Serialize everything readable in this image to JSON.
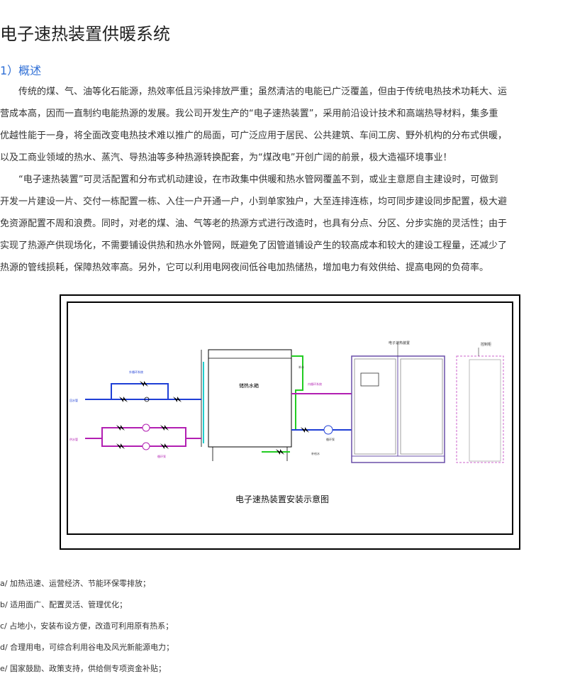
{
  "title": "电子速热装置供暖系统",
  "section": "1）概述",
  "paragraphs": [
    [
      "　　传统的煤、气、油等化石能源，热效率低且污染排放严重；虽然清洁的电能已广泛覆盖，但由于传统电热技术功耗大、运",
      "营成本高，因而一直制约电能热源的发展。我公司开发生产的“电子速热装置”，采用前沿设计技术和高端热导材料，集多重",
      "优越性能于一身，将全面改变电热技术难以推广的局面，可广泛应用于居民、公共建筑、车间工房、野外机构的分布式供暖，",
      "以及工商业领域的热水、蒸汽、导热油等多种热源转换配套，为“煤改电”开创广阔的前景，极大造福环境事业！"
    ],
    [
      "　　“电子速热装置”可灵活配置和分布式机动建设，在市政集中供暖和热水管网覆盖不到，或业主意愿自主建设时，可做到",
      "开发一片建设一片、交付一栋配置一栋、入住一户开通一户，小到单家独户，大至连排连栋，均可同步建设同步配置，极大避",
      "免资源配置不周和浪费。同时，对老的煤、油、气等老的热源方式进行改造时，也具有分点、分区、分步实施的灵活性；由于",
      "实现了热源产供现场化，不需要铺设供热和热水外管网，既避免了因管道铺设产生的较高成本和较大的建设工程量，还减少了",
      "热源的管线损耗，保障热效率高。另外，它可以利用电网夜间低谷电加热储热，增加电力有效供给、提高电网的负荷率。"
    ]
  ],
  "diagram": {
    "caption": "电子速热装置安装示意图",
    "labels": {
      "tank": "储热水箱",
      "device": "电子速热装置",
      "cabinet": "控制柜",
      "return_pipe": "回水管",
      "supply_pipe": "供水管",
      "outdoor_loop": "外循环系统",
      "inner_loop": "内循环系统",
      "circulation": "循环泵",
      "makeup": "补水",
      "fill": "补给水",
      "pump2": "循环泵"
    }
  },
  "features": [
    "a/ 加热迅速、运营经济、节能环保零排放；",
    "b/ 适用面广、配置灵活、管理优化；",
    "c/ 占地小，安装布设方便，改造可利用原有热系；",
    "d/ 合理用电，可综合利用谷电及风光新能源电力；",
    "e/ 国家鼓励、政策支持，供给侧专项资金补贴；"
  ],
  "colors": {
    "section": "#2f6fd6",
    "blue_pipe": "#1f3fd6",
    "magenta_pipe": "#b21fb2",
    "green_pipe": "#22cc22",
    "cyan_pipe": "#22cccc",
    "purple_line": "#6a4fa8"
  }
}
